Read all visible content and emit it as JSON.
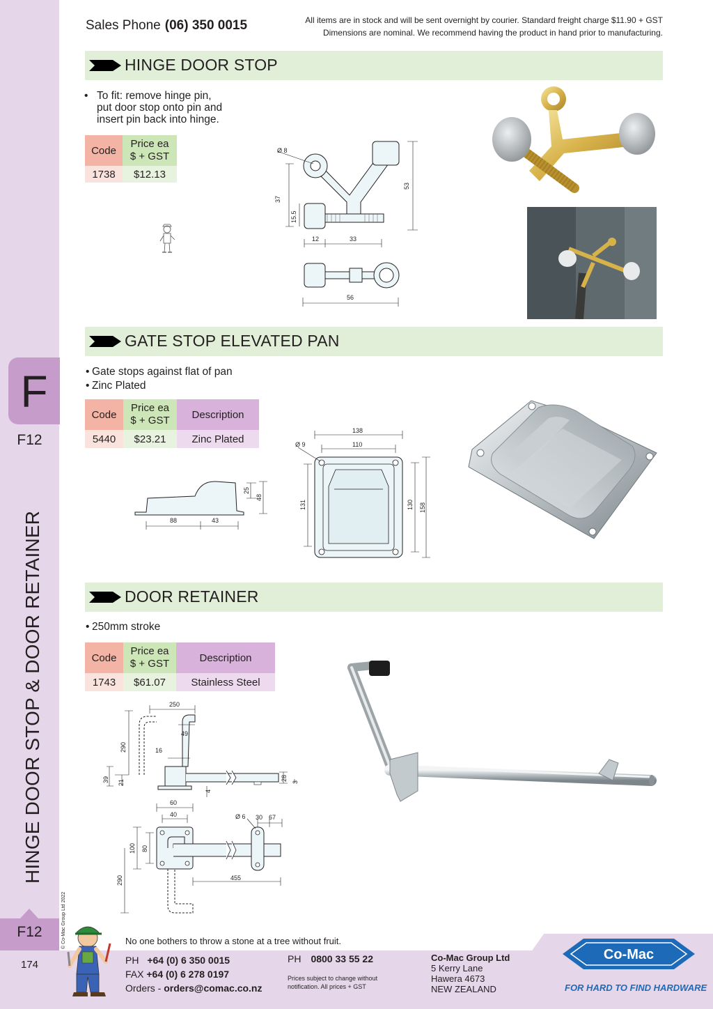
{
  "header": {
    "sales_phone_label": "Sales Phone",
    "sales_phone_number": "(06) 350 0015",
    "note_line1": "All items are in stock and will be sent overnight by courier. Standard freight charge $11.90 + GST",
    "note_line2": "Dimensions are nominal. We recommend having the product in hand prior to manufacturing."
  },
  "sidebar": {
    "tab_letter": "F",
    "tab_code": "F12",
    "vertical_title": "HINGE DOOR STOP & DOOR RETAINER",
    "bottom_code": "F12",
    "page_number": "174",
    "copyright": "© Co-Mac Group Ltd 2022"
  },
  "sections": {
    "hinge": {
      "title": "HINGE DOOR STOP",
      "bullets": [
        "To fit: remove hinge pin,",
        "put door stop onto pin and",
        "insert pin back into hinge."
      ],
      "table": {
        "headers": {
          "code": "Code",
          "price_line1": "Price ea",
          "price_line2": "$ + GST"
        },
        "rows": [
          {
            "code": "1738",
            "price": "$12.13"
          }
        ]
      },
      "dims": {
        "d1": "Ø 8",
        "d2": "37",
        "d3": "15.5",
        "d4": "53",
        "d5": "12",
        "d6": "33",
        "d7": "56"
      }
    },
    "gate": {
      "title": "GATE STOP ELEVATED PAN",
      "bullets": [
        "Gate stops against flat of pan",
        "Zinc Plated"
      ],
      "table": {
        "headers": {
          "code": "Code",
          "price_line1": "Price ea",
          "price_line2": "$ + GST",
          "desc": "Description"
        },
        "rows": [
          {
            "code": "5440",
            "price": "$23.21",
            "desc": "Zinc Plated"
          }
        ]
      },
      "dims": {
        "d1": "25",
        "d2": "48",
        "d3": "88",
        "d4": "43",
        "d5": "138",
        "d6": "110",
        "d7": "Ø 9",
        "d8": "131",
        "d9": "130",
        "d10": "158"
      }
    },
    "retainer": {
      "title": "DOOR RETAINER",
      "bullets": [
        "250mm stroke"
      ],
      "table": {
        "headers": {
          "code": "Code",
          "price_line1": "Price ea",
          "price_line2": "$ + GST",
          "desc": "Description"
        },
        "rows": [
          {
            "code": "1743",
            "price": "$61.07",
            "desc": "Stainless Steel"
          }
        ]
      },
      "dims": {
        "d1": "250",
        "d2": "49",
        "d3": "290",
        "d4": "16",
        "d5": "39",
        "d6": "21",
        "d7": "4",
        "d8": "28",
        "d9": "3",
        "d10": "60",
        "d11": "40",
        "d12": "Ø 6",
        "d13": "30",
        "d14": "67",
        "d15": "100",
        "d16": "80",
        "d17": "455",
        "d18": "290"
      }
    }
  },
  "footer": {
    "tagline": "No one bothers to throw a stone at a tree without fruit.",
    "ph_label": "PH",
    "ph": "+64 (0) 6 350 0015",
    "fax_label": "FAX",
    "fax": "+64 (0) 6 278 0197",
    "orders_label": "Orders -",
    "orders": "orders@comac.co.nz",
    "ph2_label": "PH",
    "ph2": "0800 33 55 22",
    "small_line1": "Prices subject to change without",
    "small_line2": "notification. All prices + GST",
    "company": "Co-Mac Group Ltd",
    "addr1": "5 Kerry Lane",
    "addr2": "Hawera 4673",
    "addr3": "NEW ZEALAND",
    "logo_text": "Co-Mac",
    "logo_tagline": "FOR HARD TO FIND HARDWARE"
  },
  "colors": {
    "sidebar": "#e6d6ea",
    "tab": "#c69ccb",
    "section_bar": "#e2efd8",
    "code_header": "#f3b3a5",
    "price_header": "#cde6b8",
    "desc_header": "#d8b2da",
    "logo_blue": "#1d6bb8"
  }
}
